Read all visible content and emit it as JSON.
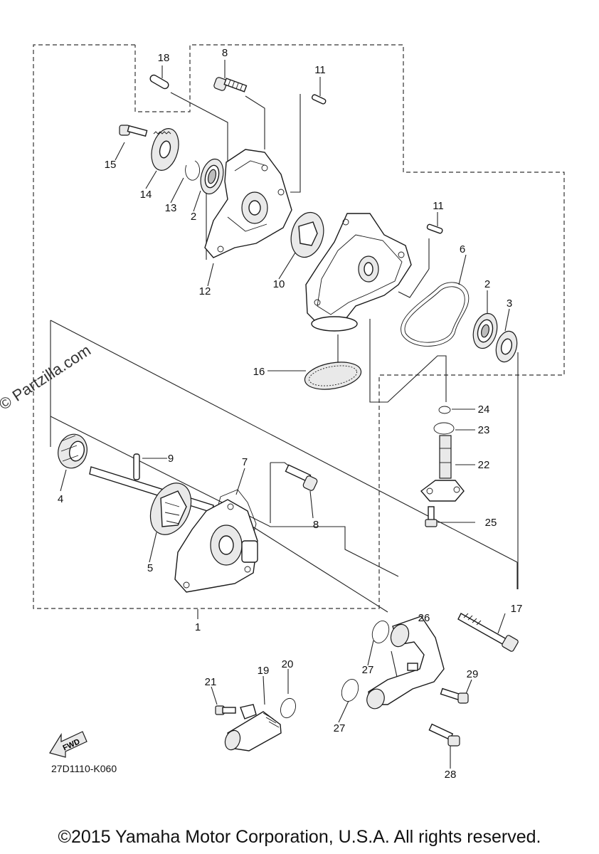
{
  "watermark": "© Partzilla.com",
  "diagram_code": "27D1110-K060",
  "fwd_label": "FWD",
  "copyright": "©2015 Yamaha Motor Corporation, U.S.A. All rights reserved.",
  "callouts": {
    "c1": "1",
    "c2a": "2",
    "c2b": "2",
    "c3": "3",
    "c4": "4",
    "c5": "5",
    "c6": "6",
    "c7": "7",
    "c8a": "8",
    "c8b": "8",
    "c9": "9",
    "c10": "10",
    "c11a": "11",
    "c11b": "11",
    "c12": "12",
    "c13": "13",
    "c14": "14",
    "c15": "15",
    "c16": "16",
    "c17": "17",
    "c18": "18",
    "c19": "19",
    "c20": "20",
    "c21": "21",
    "c22": "22",
    "c23": "23",
    "c24": "24",
    "c25": "25",
    "c26": "26",
    "c27a": "27",
    "c27b": "27",
    "c28": "28",
    "c29": "29"
  }
}
